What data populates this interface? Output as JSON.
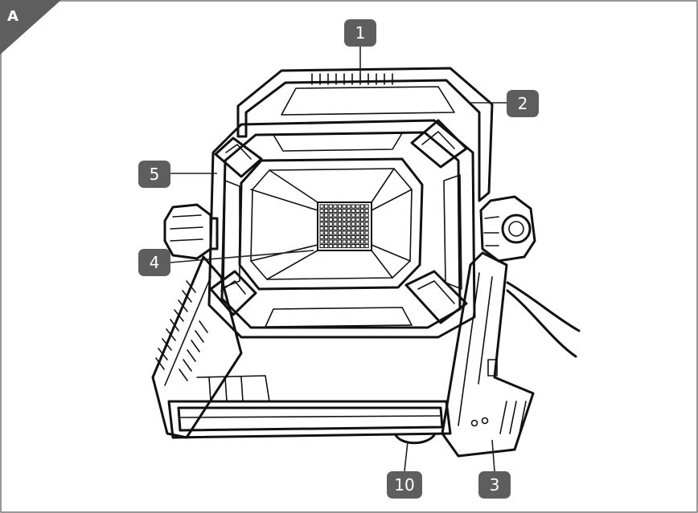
{
  "figure": {
    "corner_label": "A",
    "callouts": [
      {
        "number": "1"
      },
      {
        "number": "2"
      },
      {
        "number": "3"
      },
      {
        "number": "4"
      },
      {
        "number": "5"
      },
      {
        "number": "10"
      }
    ]
  },
  "colors": {
    "badge": "#5e5e5e",
    "corner": "#5e5e5e",
    "line": "#111111",
    "background": "#ffffff",
    "frame": "#777777"
  }
}
